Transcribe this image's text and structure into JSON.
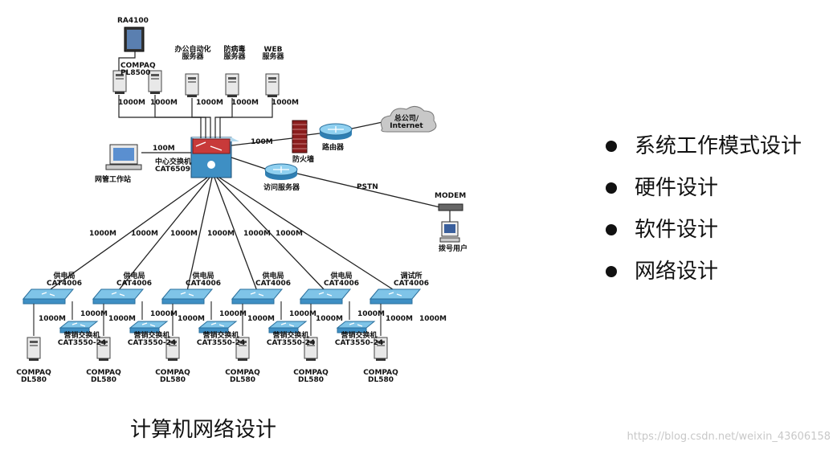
{
  "diagram": {
    "top_server_label": "RA4100",
    "main_server_label": "COMPAQ\nPL8500",
    "office_server_label": "办公自动化\n服务器",
    "antivirus_server_label": "防病毒\n服务器",
    "web_server_label": "WEB\n服务器",
    "core_switch_label": "中心交换机\nCAT6509",
    "nms_label": "网管工作站",
    "firewall_label": "防火墙",
    "router_label": "路由器",
    "cloud_label": "总公司/\nInternet",
    "access_server_label": "访问服务器",
    "pstn_label": "PSTN",
    "modem_label": "MODEM",
    "dialup_label": "拨号用户",
    "link_labels": {
      "gigabit": "1000M",
      "hundred": "100M"
    },
    "branches": [
      {
        "site": "供电局\nCAT4006",
        "sub_switch": "营销交换机\nCAT3550-24",
        "server": "COMPAQ\nDL580"
      },
      {
        "site": "供电局\nCAT4006",
        "sub_switch": "营销交换机\nCAT3550-24",
        "server": "COMPAQ\nDL580"
      },
      {
        "site": "供电局\nCAT4006",
        "sub_switch": "营销交换机\nCAT3550-24",
        "server": "COMPAQ\nDL580"
      },
      {
        "site": "供电局\nCAT4006",
        "sub_switch": "营销交换机\nCAT3550-24",
        "server": "COMPAQ\nDL580"
      },
      {
        "site": "供电局\nCAT4006",
        "sub_switch": "营销交换机\nCAT3550-24",
        "server": "COMPAQ\nDL580"
      },
      {
        "site": "调试所\nCAT4006",
        "server": "COMPAQ\nDL580"
      }
    ]
  },
  "bullets": [
    "系统工作模式设计",
    "硬件设计",
    "软件设计",
    "网络设计"
  ],
  "caption": "计算机网络设计",
  "watermark": "https://blog.csdn.net/weixin_43606158"
}
